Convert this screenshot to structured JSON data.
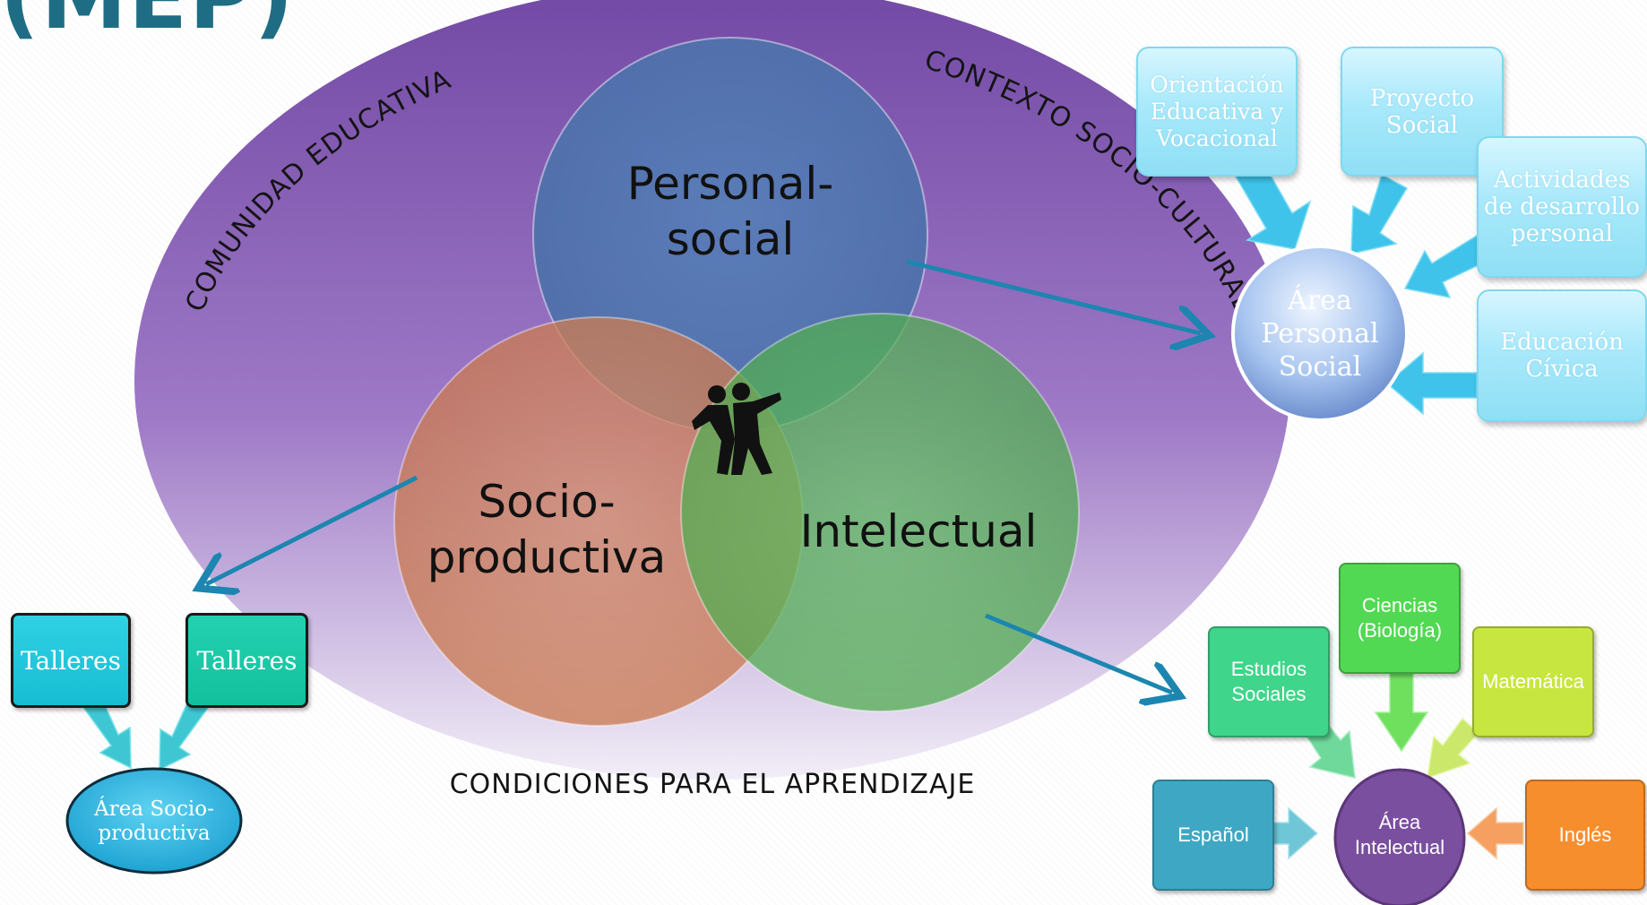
{
  "title": "(MEP)",
  "venn": {
    "personal": "Personal-\nsocial",
    "socio": "Socio-\nproductiva",
    "intelectual": "Intelectual"
  },
  "ring": {
    "comunidad": "COMUNIDAD EDUCATIVA",
    "contexto": "CONTEXTO SOCIO-CULTURAL",
    "condiciones": "CONDICIONES PARA EL APRENDIZAJE"
  },
  "personal_social": {
    "center": "Área\nPersonal\nSocial",
    "items": [
      "Orientación\nEducativa y\nVocacional",
      "Proyecto\nSocial",
      "Actividades\nde desarrollo\npersonal",
      "Educación\nCívica"
    ]
  },
  "socio_productiva": {
    "center": "Área Socio-\nproductiva",
    "items": [
      "Talleres",
      "Talleres"
    ]
  },
  "intelectual": {
    "center": "Área\nIntelectual",
    "items": [
      "Ciencias\n(Biología)",
      "Estudios\nSociales",
      "Matemática",
      "Español",
      "Inglés"
    ]
  },
  "colors": {
    "title": "#1f6d84",
    "ring": "#7b4fa8",
    "personal": "#4f78b4",
    "socio": "#d98a60",
    "intelectual": "#56b357",
    "arrow": "#1c86b0"
  }
}
